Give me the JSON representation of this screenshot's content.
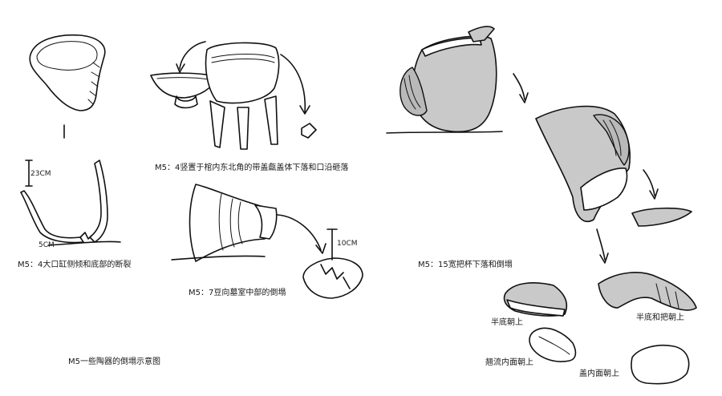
{
  "labels": {
    "jar_caption": "M5：4大口缸侧倾和底部的断裂",
    "jar_dim_23": "23CM",
    "jar_dim_5": "5CM",
    "tripod_caption": "M5：4竖置于棺内东北角的带盖甗盖体下落和口沿砸落",
    "dou_caption": "M5：7豆向墓室中部的倒塌",
    "dou_dim_10": "10CM",
    "cup_caption": "M5：15宽把杯下落和倒塌",
    "frag_half_base": "半底朝上",
    "frag_half_base_handle": "半底和把朝上",
    "frag_spout": "翘流内面朝上",
    "frag_lid": "盖内面朝上",
    "main_title": "M5一些陶器的倒塌示意图"
  },
  "colors": {
    "ink": "#111111",
    "fill_gray": "#c9c9c9",
    "background": "#ffffff"
  }
}
